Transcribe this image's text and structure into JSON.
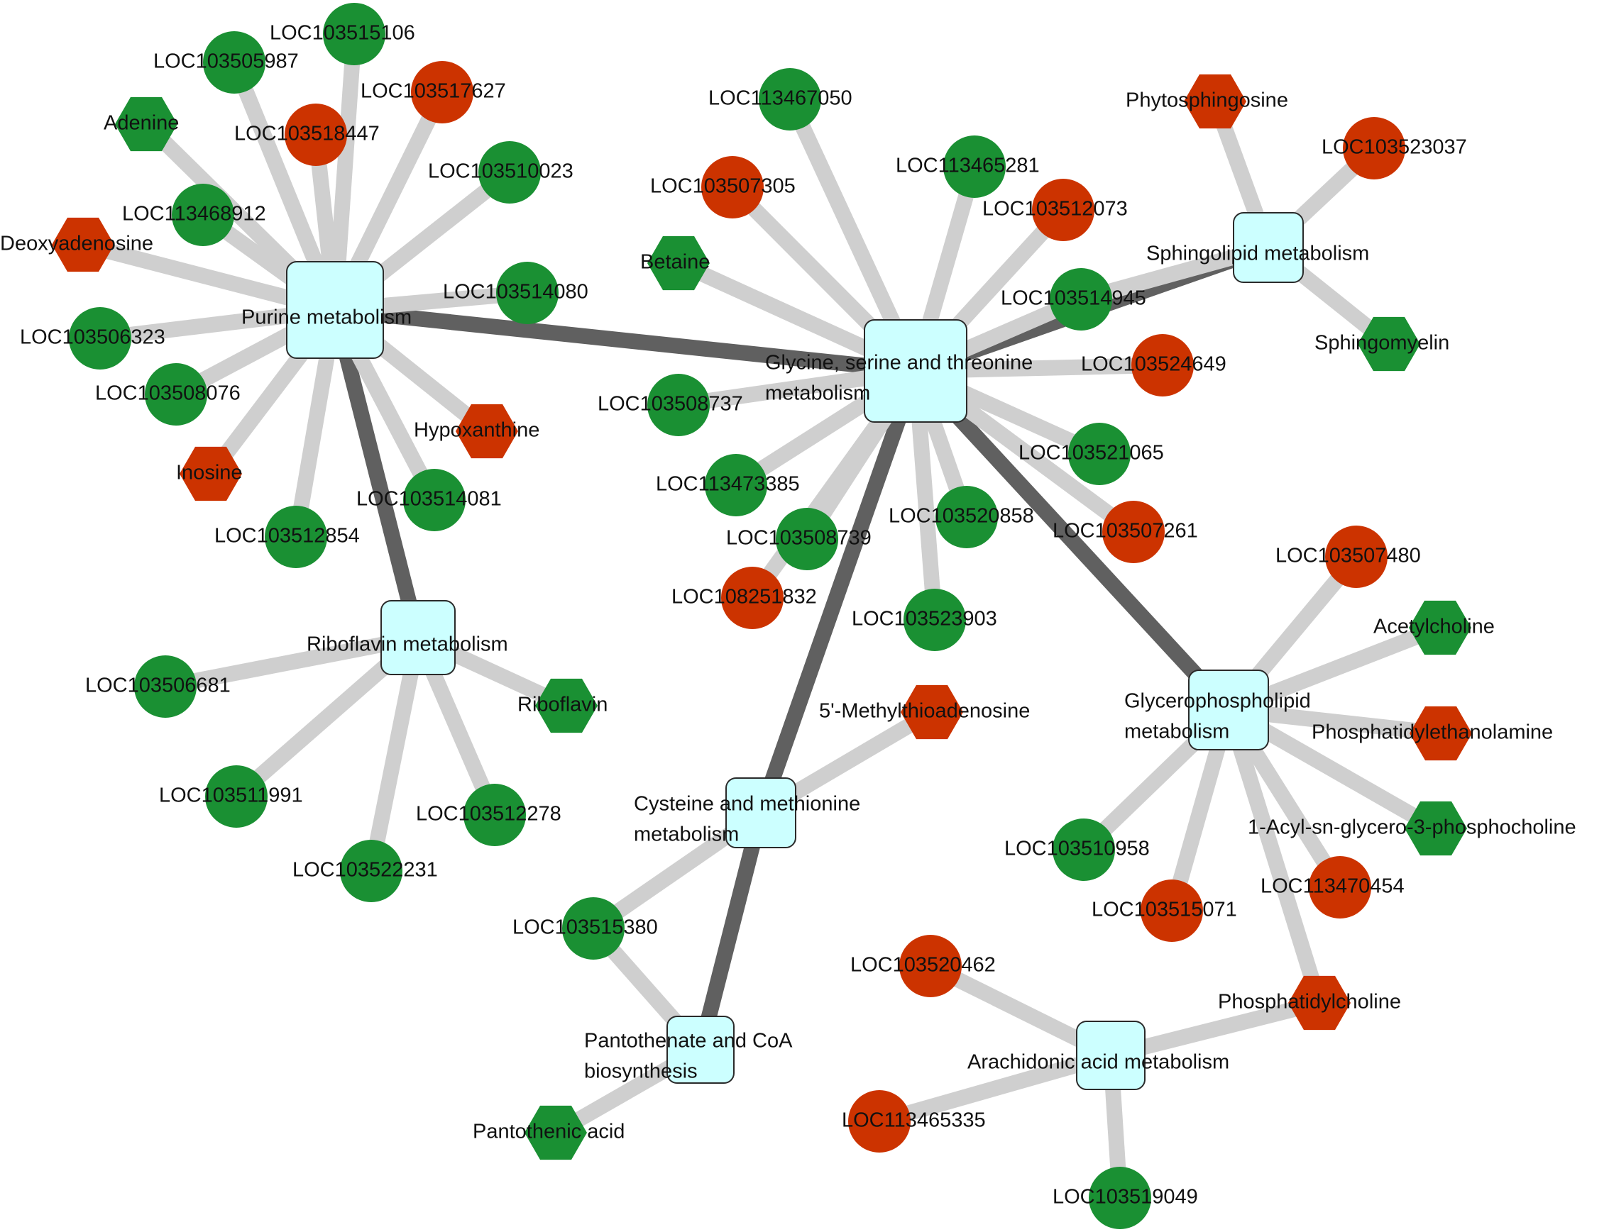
{
  "colors": {
    "up": "#cc3300",
    "down": "#1a9033",
    "pathway": "#ccffff",
    "edge_light": "#cfcfcf",
    "edge_dark": "#606060"
  },
  "legend_semantics": {
    "circle": "gene",
    "hexagon": "metabolite",
    "rounded-square": "pathway"
  },
  "pathways": [
    {
      "id": "purine",
      "label_lines": [
        "Purine metabolism"
      ]
    },
    {
      "id": "glycine",
      "label_lines": [
        "Glycine, serine and threonine",
        "metabolism"
      ]
    },
    {
      "id": "sphingo",
      "label_lines": [
        "Sphingolipid metabolism"
      ]
    },
    {
      "id": "ribo",
      "label_lines": [
        "Riboflavin metabolism"
      ]
    },
    {
      "id": "cys",
      "label_lines": [
        "Cysteine and methionine",
        "metabolism"
      ]
    },
    {
      "id": "panto",
      "label_lines": [
        "Pantothenate and CoA",
        "biosynthesis"
      ]
    },
    {
      "id": "glycero",
      "label_lines": [
        "Glycerophospholipid",
        "metabolism"
      ]
    },
    {
      "id": "arach",
      "label_lines": [
        "Arachidonic acid metabolism"
      ]
    }
  ],
  "nodes": [
    {
      "id": "n1",
      "label": "LOC103515106",
      "shape": "circle",
      "color": "down"
    },
    {
      "id": "n2",
      "label": "LOC103505987",
      "shape": "circle",
      "color": "down"
    },
    {
      "id": "n3",
      "label": "LOC103517627",
      "shape": "circle",
      "color": "up"
    },
    {
      "id": "n4",
      "label": "Adenine",
      "shape": "hexagon",
      "color": "down"
    },
    {
      "id": "n5",
      "label": "LOC103518447",
      "shape": "circle",
      "color": "up"
    },
    {
      "id": "n6",
      "label": "LOC103510023",
      "shape": "circle",
      "color": "down"
    },
    {
      "id": "n7",
      "label": "LOC113468912",
      "shape": "circle",
      "color": "down"
    },
    {
      "id": "n8",
      "label": "Deoxyadenosine",
      "shape": "hexagon",
      "color": "up"
    },
    {
      "id": "n9",
      "label": "LOC103514080",
      "shape": "circle",
      "color": "down"
    },
    {
      "id": "n10",
      "label": "LOC103506323",
      "shape": "circle",
      "color": "down"
    },
    {
      "id": "n11",
      "label": "LOC103508076",
      "shape": "circle",
      "color": "down"
    },
    {
      "id": "n12",
      "label": "Hypoxanthine",
      "shape": "hexagon",
      "color": "up"
    },
    {
      "id": "n13",
      "label": "Inosine",
      "shape": "hexagon",
      "color": "up"
    },
    {
      "id": "n14",
      "label": "LOC103514081",
      "shape": "circle",
      "color": "down"
    },
    {
      "id": "n15",
      "label": "LOC103512854",
      "shape": "circle",
      "color": "down"
    },
    {
      "id": "n16",
      "label": "LOC113467050",
      "shape": "circle",
      "color": "down"
    },
    {
      "id": "n17",
      "label": "LOC103507305",
      "shape": "circle",
      "color": "up"
    },
    {
      "id": "n18",
      "label": "LOC113465281",
      "shape": "circle",
      "color": "down"
    },
    {
      "id": "n19",
      "label": "LOC103512073",
      "shape": "circle",
      "color": "up"
    },
    {
      "id": "n20",
      "label": "Betaine",
      "shape": "hexagon",
      "color": "down"
    },
    {
      "id": "n21",
      "label": "LOC103514945",
      "shape": "circle",
      "color": "down"
    },
    {
      "id": "n22",
      "label": "LOC103524649",
      "shape": "circle",
      "color": "up"
    },
    {
      "id": "n23",
      "label": "LOC103508737",
      "shape": "circle",
      "color": "down"
    },
    {
      "id": "n24",
      "label": "LOC103521065",
      "shape": "circle",
      "color": "down"
    },
    {
      "id": "n25",
      "label": "LOC113473385",
      "shape": "circle",
      "color": "down"
    },
    {
      "id": "n26",
      "label": "LOC103508739",
      "shape": "circle",
      "color": "down"
    },
    {
      "id": "n27",
      "label": "LOC103520858",
      "shape": "circle",
      "color": "down"
    },
    {
      "id": "n28",
      "label": "LOC103507261",
      "shape": "circle",
      "color": "up"
    },
    {
      "id": "n29",
      "label": "LOC108251832",
      "shape": "circle",
      "color": "up"
    },
    {
      "id": "n30",
      "label": "LOC103523903",
      "shape": "circle",
      "color": "down"
    },
    {
      "id": "n31",
      "label": "Phytosphingosine",
      "shape": "hexagon",
      "color": "up"
    },
    {
      "id": "n32",
      "label": "LOC103523037",
      "shape": "circle",
      "color": "up"
    },
    {
      "id": "n33",
      "label": "Sphingomyelin",
      "shape": "hexagon",
      "color": "down"
    },
    {
      "id": "n34",
      "label": "LOC103506681",
      "shape": "circle",
      "color": "down"
    },
    {
      "id": "n35",
      "label": "Riboflavin",
      "shape": "hexagon",
      "color": "down"
    },
    {
      "id": "n36",
      "label": "LOC103511991",
      "shape": "circle",
      "color": "down"
    },
    {
      "id": "n37",
      "label": "LOC103512278",
      "shape": "circle",
      "color": "down"
    },
    {
      "id": "n38",
      "label": "LOC103522231",
      "shape": "circle",
      "color": "down"
    },
    {
      "id": "n39",
      "label": "5'-Methylthioadenosine",
      "shape": "hexagon",
      "color": "up"
    },
    {
      "id": "n40",
      "label": "LOC103515380",
      "shape": "circle",
      "color": "down"
    },
    {
      "id": "n41",
      "label": "Pantothenic acid",
      "shape": "hexagon",
      "color": "down"
    },
    {
      "id": "n42",
      "label": "LOC103507480",
      "shape": "circle",
      "color": "up"
    },
    {
      "id": "n43",
      "label": "Acetylcholine",
      "shape": "hexagon",
      "color": "down"
    },
    {
      "id": "n44",
      "label": "Phosphatidylethanolamine",
      "shape": "hexagon",
      "color": "up"
    },
    {
      "id": "n45",
      "label": "1-Acyl-sn-glycero-3-phosphocholine",
      "shape": "hexagon",
      "color": "down"
    },
    {
      "id": "n46",
      "label": "LOC103510958",
      "shape": "circle",
      "color": "down"
    },
    {
      "id": "n47",
      "label": "LOC103515071",
      "shape": "circle",
      "color": "up"
    },
    {
      "id": "n48",
      "label": "LOC113470454",
      "shape": "circle",
      "color": "up"
    },
    {
      "id": "n49",
      "label": "LOC103520462",
      "shape": "circle",
      "color": "up"
    },
    {
      "id": "n50",
      "label": "Phosphatidylcholine",
      "shape": "hexagon",
      "color": "up"
    },
    {
      "id": "n51",
      "label": "LOC113465335",
      "shape": "circle",
      "color": "up"
    },
    {
      "id": "n52",
      "label": "LOC103519049",
      "shape": "circle",
      "color": "down"
    }
  ],
  "edges": [
    {
      "from": "purine",
      "to": "glycine",
      "kind": "dark"
    },
    {
      "from": "purine",
      "to": "ribo",
      "kind": "dark"
    },
    {
      "from": "glycine",
      "to": "sphingo",
      "kind": "dark"
    },
    {
      "from": "glycine",
      "to": "cys",
      "kind": "dark"
    },
    {
      "from": "glycine",
      "to": "glycero",
      "kind": "dark"
    },
    {
      "from": "cys",
      "to": "panto",
      "kind": "dark"
    },
    {
      "from": "purine",
      "to": "n1",
      "kind": "light"
    },
    {
      "from": "purine",
      "to": "n2",
      "kind": "light"
    },
    {
      "from": "purine",
      "to": "n3",
      "kind": "light"
    },
    {
      "from": "purine",
      "to": "n4",
      "kind": "light"
    },
    {
      "from": "purine",
      "to": "n5",
      "kind": "light"
    },
    {
      "from": "purine",
      "to": "n6",
      "kind": "light"
    },
    {
      "from": "purine",
      "to": "n7",
      "kind": "light"
    },
    {
      "from": "purine",
      "to": "n8",
      "kind": "light"
    },
    {
      "from": "purine",
      "to": "n9",
      "kind": "light"
    },
    {
      "from": "purine",
      "to": "n10",
      "kind": "light"
    },
    {
      "from": "purine",
      "to": "n11",
      "kind": "light"
    },
    {
      "from": "purine",
      "to": "n12",
      "kind": "light"
    },
    {
      "from": "purine",
      "to": "n13",
      "kind": "light"
    },
    {
      "from": "purine",
      "to": "n14",
      "kind": "light"
    },
    {
      "from": "purine",
      "to": "n15",
      "kind": "light"
    },
    {
      "from": "glycine",
      "to": "n16",
      "kind": "light"
    },
    {
      "from": "glycine",
      "to": "n17",
      "kind": "light"
    },
    {
      "from": "glycine",
      "to": "n18",
      "kind": "light"
    },
    {
      "from": "glycine",
      "to": "n19",
      "kind": "light"
    },
    {
      "from": "glycine",
      "to": "n20",
      "kind": "light"
    },
    {
      "from": "glycine",
      "to": "n21",
      "kind": "light"
    },
    {
      "from": "glycine",
      "to": "n22",
      "kind": "light"
    },
    {
      "from": "glycine",
      "to": "n23",
      "kind": "light"
    },
    {
      "from": "glycine",
      "to": "n24",
      "kind": "light"
    },
    {
      "from": "glycine",
      "to": "n25",
      "kind": "light"
    },
    {
      "from": "glycine",
      "to": "n26",
      "kind": "light"
    },
    {
      "from": "glycine",
      "to": "n27",
      "kind": "light"
    },
    {
      "from": "glycine",
      "to": "n28",
      "kind": "light"
    },
    {
      "from": "glycine",
      "to": "n29",
      "kind": "light"
    },
    {
      "from": "glycine",
      "to": "n30",
      "kind": "light"
    },
    {
      "from": "sphingo",
      "to": "n21",
      "kind": "light"
    },
    {
      "from": "sphingo",
      "to": "n31",
      "kind": "light"
    },
    {
      "from": "sphingo",
      "to": "n32",
      "kind": "light"
    },
    {
      "from": "sphingo",
      "to": "n33",
      "kind": "light"
    },
    {
      "from": "ribo",
      "to": "n34",
      "kind": "light"
    },
    {
      "from": "ribo",
      "to": "n35",
      "kind": "light"
    },
    {
      "from": "ribo",
      "to": "n36",
      "kind": "light"
    },
    {
      "from": "ribo",
      "to": "n37",
      "kind": "light"
    },
    {
      "from": "ribo",
      "to": "n38",
      "kind": "light"
    },
    {
      "from": "cys",
      "to": "n39",
      "kind": "light"
    },
    {
      "from": "cys",
      "to": "n40",
      "kind": "light"
    },
    {
      "from": "panto",
      "to": "n40",
      "kind": "light"
    },
    {
      "from": "panto",
      "to": "n41",
      "kind": "light"
    },
    {
      "from": "glycero",
      "to": "n42",
      "kind": "light"
    },
    {
      "from": "glycero",
      "to": "n43",
      "kind": "light"
    },
    {
      "from": "glycero",
      "to": "n44",
      "kind": "light"
    },
    {
      "from": "glycero",
      "to": "n45",
      "kind": "light"
    },
    {
      "from": "glycero",
      "to": "n46",
      "kind": "light"
    },
    {
      "from": "glycero",
      "to": "n47",
      "kind": "light"
    },
    {
      "from": "glycero",
      "to": "n48",
      "kind": "light"
    },
    {
      "from": "glycero",
      "to": "n50",
      "kind": "light"
    },
    {
      "from": "arach",
      "to": "n49",
      "kind": "light"
    },
    {
      "from": "arach",
      "to": "n50",
      "kind": "light"
    },
    {
      "from": "arach",
      "to": "n51",
      "kind": "light"
    },
    {
      "from": "arach",
      "to": "n52",
      "kind": "light"
    }
  ]
}
